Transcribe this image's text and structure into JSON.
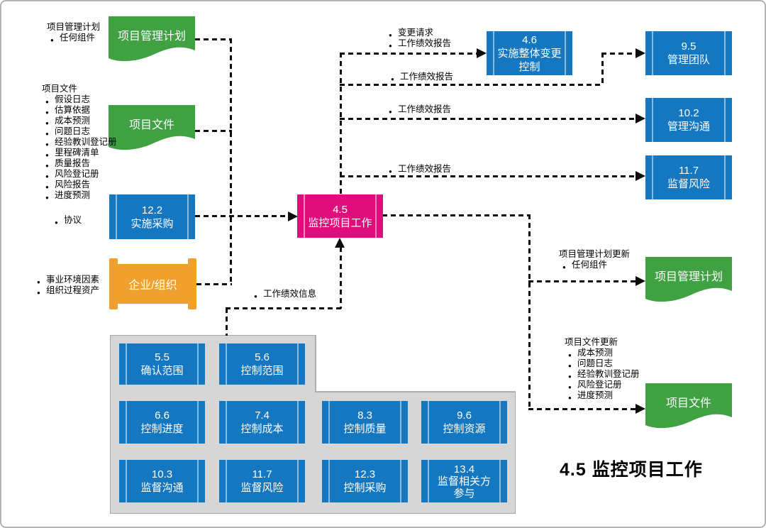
{
  "caption": "4.5 监控项目工作",
  "colors": {
    "process_blue": "#1577c0",
    "store_green": "#3fa142",
    "org_orange": "#f0a02c",
    "highlight_magenta": "#e00e7d",
    "panel_gray": "#d6d6d6",
    "panel_border": "#9a9a9a",
    "line_black": "#0d0d0d"
  },
  "nodes": {
    "store_pm_plan_in": {
      "label": "项目管理计划"
    },
    "store_project_docs_in": {
      "label": "项目文件"
    },
    "proc_12_2": {
      "num": "12.2",
      "name": "实施采购"
    },
    "enterprise_org": {
      "label": "企业/组织"
    },
    "proc_4_5": {
      "num": "4.5",
      "name": "监控项目工作"
    },
    "proc_4_6": {
      "num": "4.6",
      "name": "实施整体变更控制"
    },
    "proc_9_5": {
      "num": "9.5",
      "name": "管理团队"
    },
    "proc_10_2": {
      "num": "10.2",
      "name": "管理沟通"
    },
    "proc_11_7": {
      "num": "11.7",
      "name": "监督风险"
    },
    "store_pm_plan_out": {
      "label": "项目管理计划"
    },
    "store_project_docs_out": {
      "label": "项目文件"
    }
  },
  "panel": {
    "processes": [
      {
        "num": "5.5",
        "name": "确认范围"
      },
      {
        "num": "5.6",
        "name": "控制范围"
      },
      {
        "num": "6.6",
        "name": "控制进度"
      },
      {
        "num": "7.4",
        "name": "控制成本"
      },
      {
        "num": "8.3",
        "name": "控制质量"
      },
      {
        "num": "9.6",
        "name": "控制资源"
      },
      {
        "num": "10.3",
        "name": "监督沟通"
      },
      {
        "num": "11.7",
        "name": "监督风险"
      },
      {
        "num": "12.3",
        "name": "控制采购"
      },
      {
        "num": "13.4",
        "name": "监督相关方\n参与"
      }
    ]
  },
  "annotations": {
    "pm_plan_in": {
      "header": "项目管理计划",
      "bullets": [
        "任何组件"
      ]
    },
    "project_docs_in": {
      "header": "项目文件",
      "bullets": [
        "假设日志",
        "估算依据",
        "成本预测",
        "问题日志",
        "经验教训登记册",
        "里程碑清单",
        "质量报告",
        "风险登记册",
        "风险报告",
        "进度预测"
      ]
    },
    "agreements": "协议",
    "eef_opa": [
      "事业环境因素",
      "组织过程资产"
    ],
    "pm_plan_updates": {
      "header": "项目管理计划更新",
      "bullets": [
        "任何组件"
      ]
    },
    "doc_updates": {
      "header": "项目文件更新",
      "bullets": [
        "成本预测",
        "问题日志",
        "经验教训登记册",
        "风险登记册",
        "进度预测"
      ]
    }
  },
  "flow_labels": {
    "change_requests": "变更请求",
    "wpr_top": "工作绩效报告",
    "wpr_to_9_5": "工作绩效报告",
    "wpr_to_10_2": "工作绩效报告",
    "wpr_to_11_7": "工作绩效报告",
    "work_performance_info": "工作绩效信息"
  }
}
